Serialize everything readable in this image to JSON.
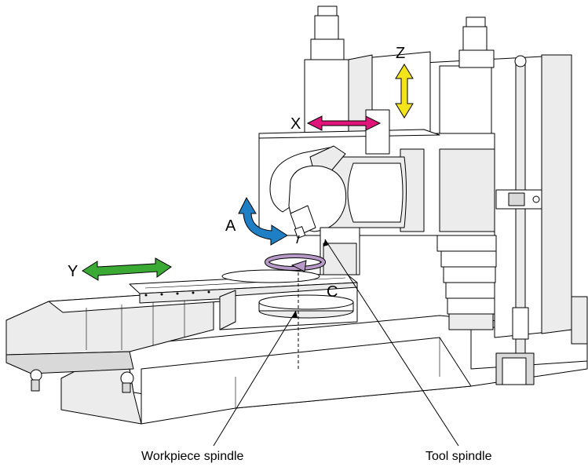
{
  "axes": {
    "x": "X",
    "y": "Y",
    "z": "Z",
    "a": "A",
    "c": "C"
  },
  "callouts": {
    "workpiece_spindle": "Workpiece spindle",
    "tool_spindle": "Tool spindle"
  },
  "colors": {
    "x_arrow": "#e0157a",
    "y_arrow": "#3aaa35",
    "z_arrow": "#f2e31b",
    "a_arrow": "#1f7fc4",
    "c_arrow": "#b89ac8"
  }
}
